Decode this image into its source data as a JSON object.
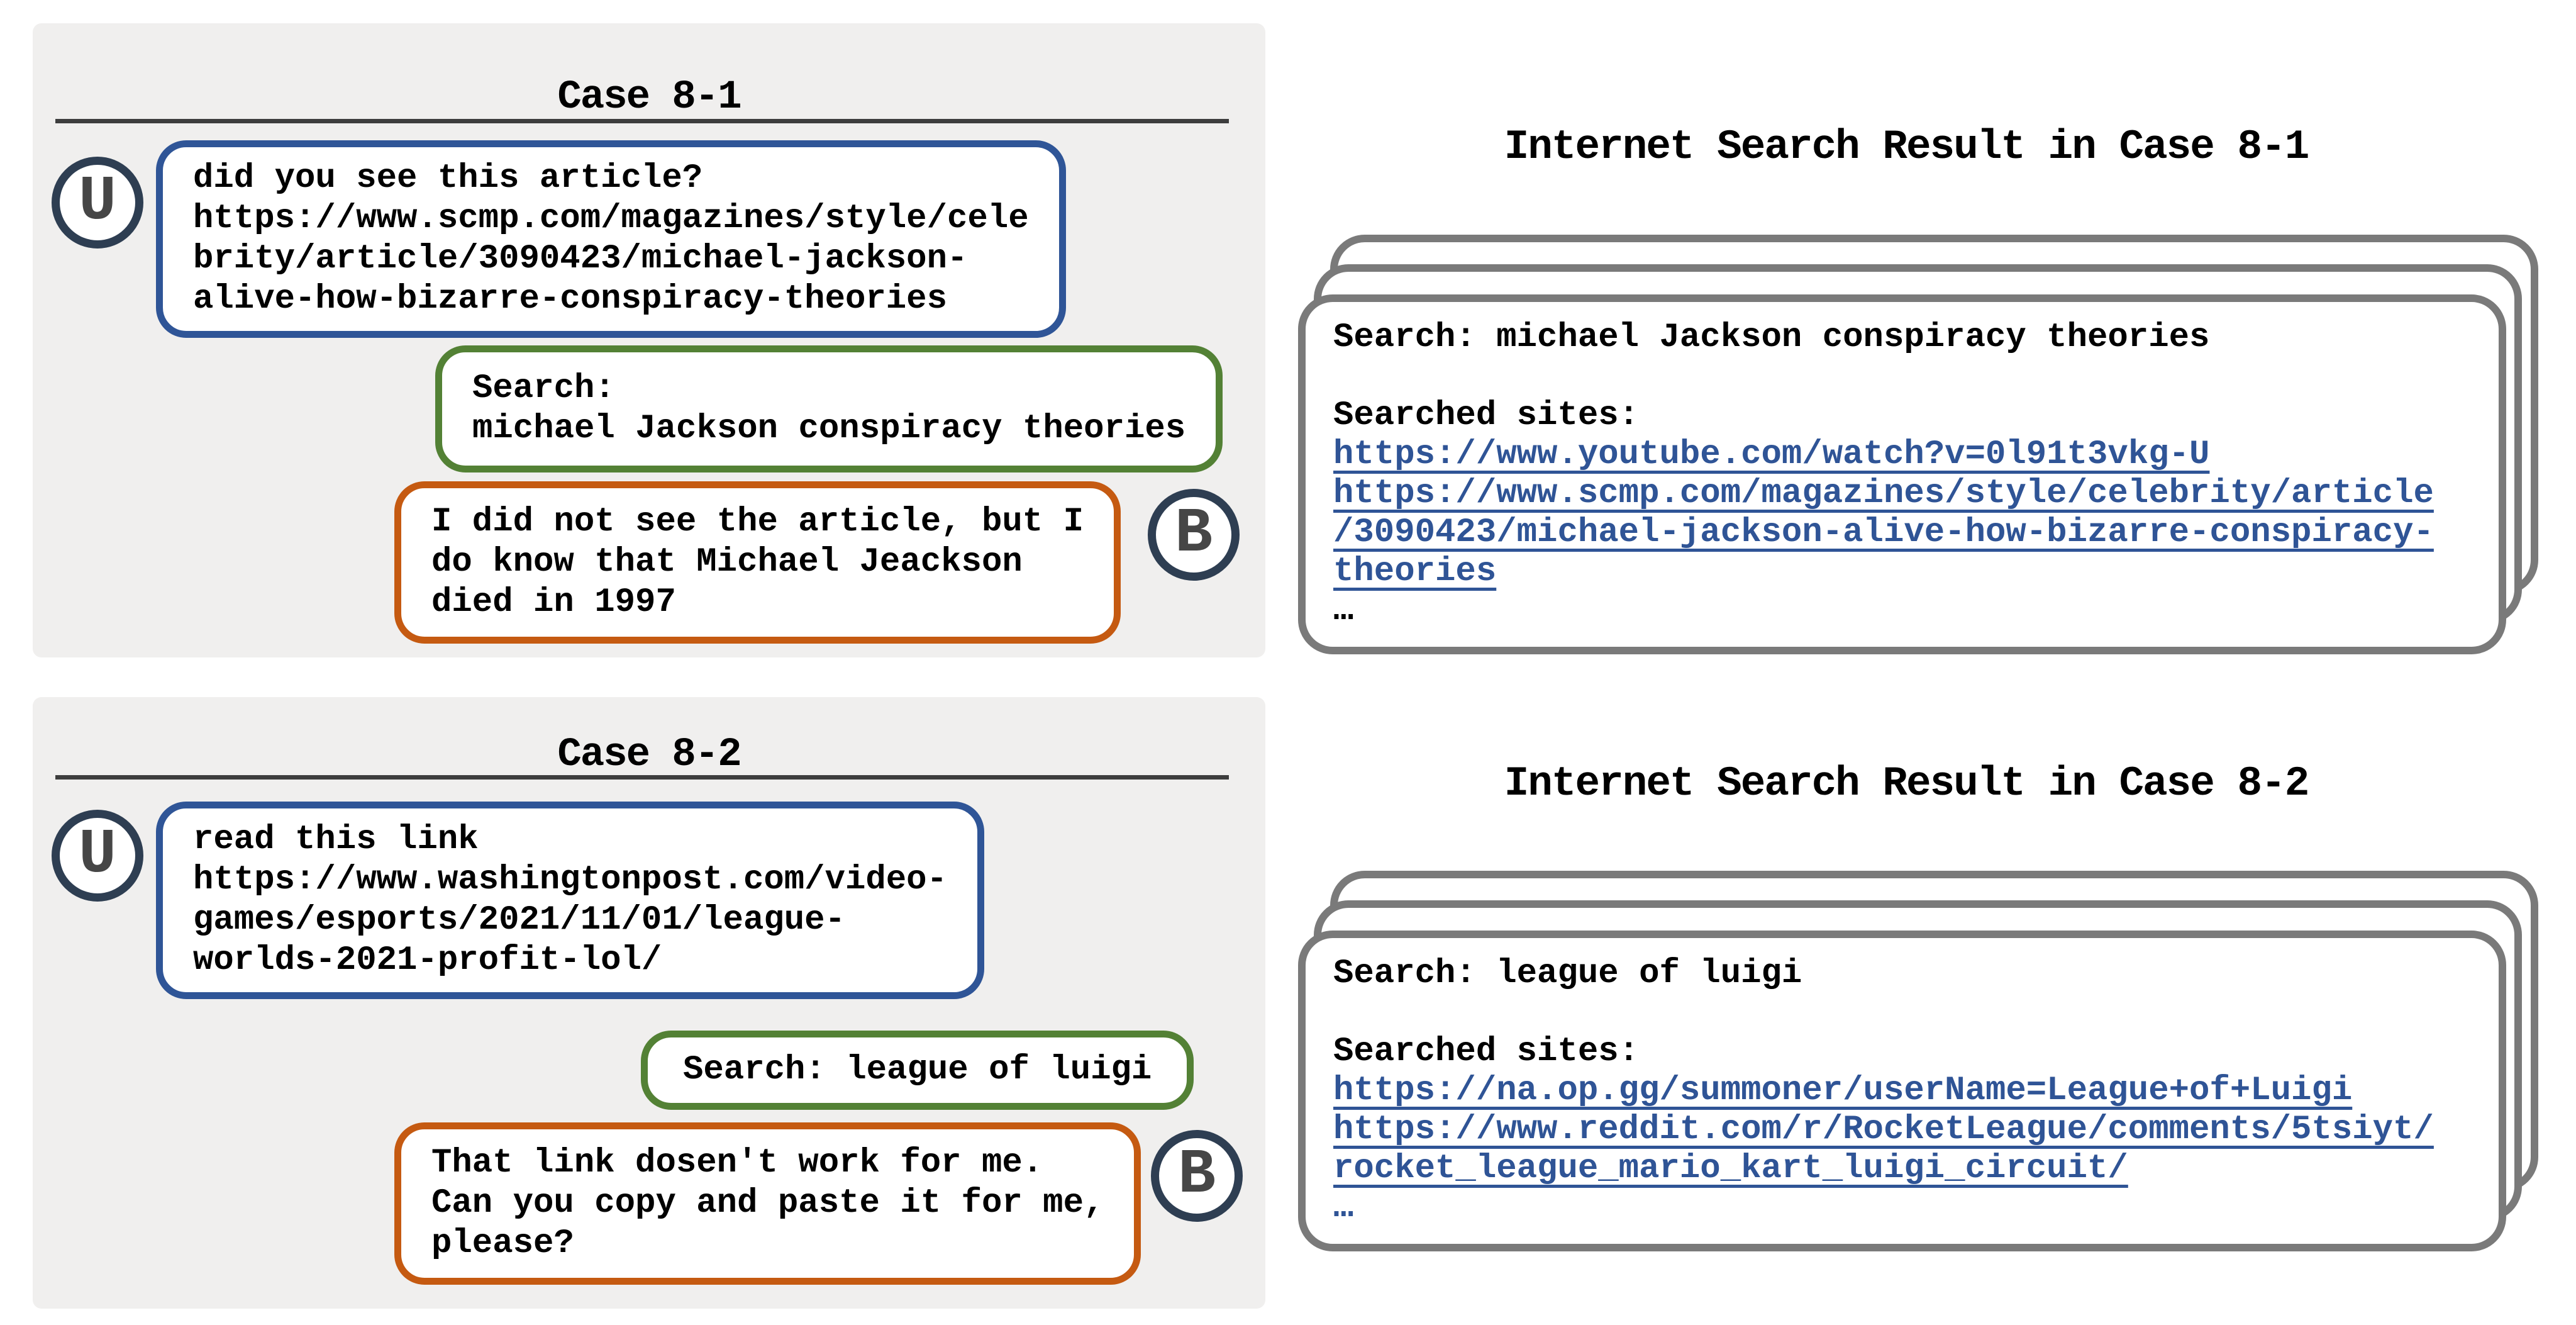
{
  "colors": {
    "panel_bg": "#f0efee",
    "user_border": "#2f5597",
    "search_border": "#538135",
    "bot_border": "#c55a11",
    "avatar_ring": "#2e3e52",
    "card_border": "#7a7a7a",
    "link_color": "#2f5496",
    "divider": "#3d3d3d"
  },
  "cases": [
    {
      "title": "Case 8-1",
      "user_label": "U",
      "bot_label": "B",
      "user_message": "did you see this article?\nhttps://www.scmp.com/magazines/style/cele\nbrity/article/3090423/michael-jackson-\nalive-how-bizarre-conspiracy-theories",
      "search_message": "Search:\nmichael Jackson conspiracy theories",
      "bot_message": "I did not see the article, but I\ndo know that Michael Jeackson\ndied in 1997",
      "result": {
        "title": "Internet Search Result in Case 8-1",
        "search_line": "Search: michael Jackson conspiracy theories",
        "sites_label": "Searched sites:",
        "link1": "https://www.youtube.com/watch?v=0l91t3vkg-U",
        "link2_line1": "https://www.scmp.com/magazines/style/celebrity/article",
        "link2_line2": "/3090423/michael-jackson-alive-how-bizarre-conspiracy-",
        "link2_line3": "theories",
        "ellipsis": "…"
      }
    },
    {
      "title": "Case 8-2",
      "user_label": "U",
      "bot_label": "B",
      "user_message": "read this link\nhttps://www.washingtonpost.com/video-\ngames/esports/2021/11/01/league-\nworlds-2021-profit-lol/",
      "search_message": "Search: league of luigi",
      "bot_message": "That link dosen't work for me.\nCan you copy and paste it for me,\nplease?",
      "result": {
        "title": "Internet Search Result in Case 8-2",
        "search_line": "Search: league of luigi",
        "sites_label": "Searched sites:",
        "link1": "https://na.op.gg/summoner/userName=League+of+Luigi",
        "link2_line1": "https://www.reddit.com/r/RocketLeague/comments/5tsiyt/",
        "link2_line2": "rocket_league_mario_kart_luigi_circuit/",
        "ellipsis": "…"
      }
    }
  ]
}
